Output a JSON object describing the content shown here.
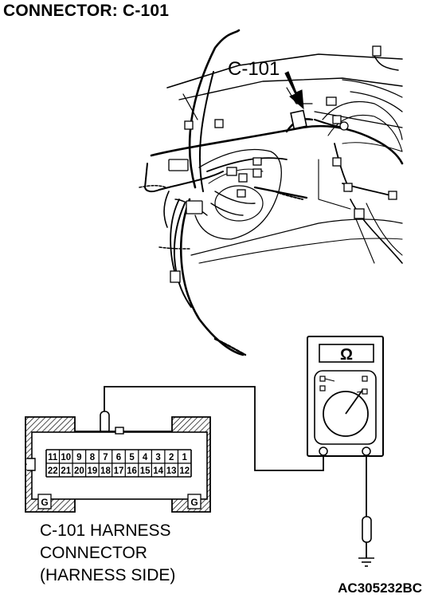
{
  "title": "CONNECTOR: C-101",
  "callout_label": "C-101",
  "meter_symbol": "Ω",
  "connector": {
    "top_pins": [
      "11",
      "10",
      "9",
      "8",
      "7",
      "6",
      "5",
      "4",
      "3",
      "2",
      "1"
    ],
    "bottom_pins": [
      "22",
      "21",
      "20",
      "19",
      "18",
      "17",
      "16",
      "15",
      "14",
      "13",
      "12"
    ],
    "lock_left": "G",
    "lock_right": "G"
  },
  "caption": {
    "line1": "C-101 HARNESS",
    "line2": "CONNECTOR",
    "line3": "(HARNESS SIDE)"
  },
  "figure_code": "AC305232BC"
}
